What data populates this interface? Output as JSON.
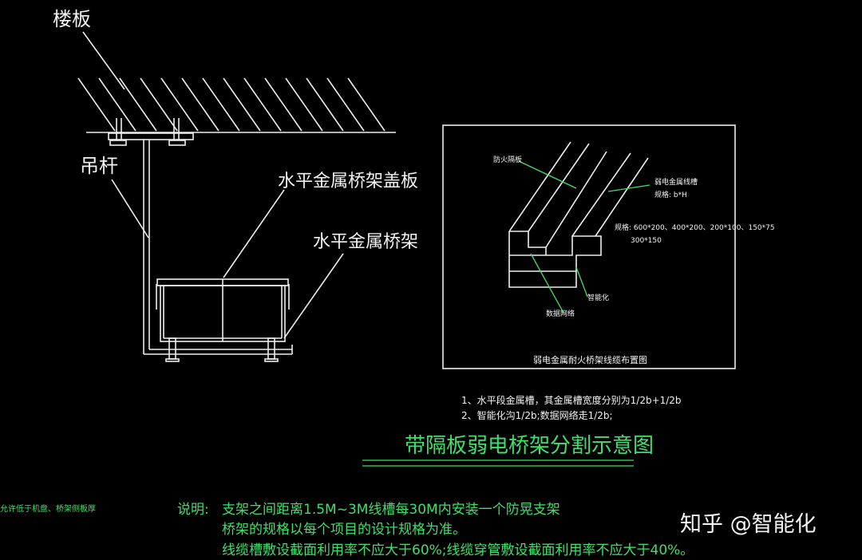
{
  "left_drawing": {
    "floor_label": "楼板",
    "hanger_label": "吊杆",
    "cover_label": "水平金属桥架盖板",
    "tray_label": "水平金属桥架"
  },
  "detail_box": {
    "fire_partition_label": "防火隔板",
    "weak_tray_label": "弱电金属线槽",
    "spec_short": "规格: b*H",
    "spec_line1": "规格: 600*200、400*200、200*100、150*75",
    "spec_line2": "300*150",
    "smart_label": "智能化",
    "data_label": "数据网络",
    "caption": "弱电金属耐火桥架线缆布置图"
  },
  "notes": {
    "note1": "1、水平段金属槽，其金属槽宽度分别为1/2b+1/2b",
    "note2": "2、智能化沟1/2b;数据网络走1/2b;"
  },
  "main_title": "带隔板弱电桥架分割示意图",
  "explanation": {
    "label": "说明:",
    "line1": "支架之间距离1.5M~3M线槽每30M内安装一个防晃支架",
    "line2": "桥架的规格以每个项目的设计规格为准。",
    "line3": "线缆槽敷设截面利用率不应大于60%;线缆穿管敷设截面利用率不应大于40%。"
  },
  "left_edge_note": "允许低于机盘、桥架侧板厚",
  "watermark": "知乎 @智能化"
}
